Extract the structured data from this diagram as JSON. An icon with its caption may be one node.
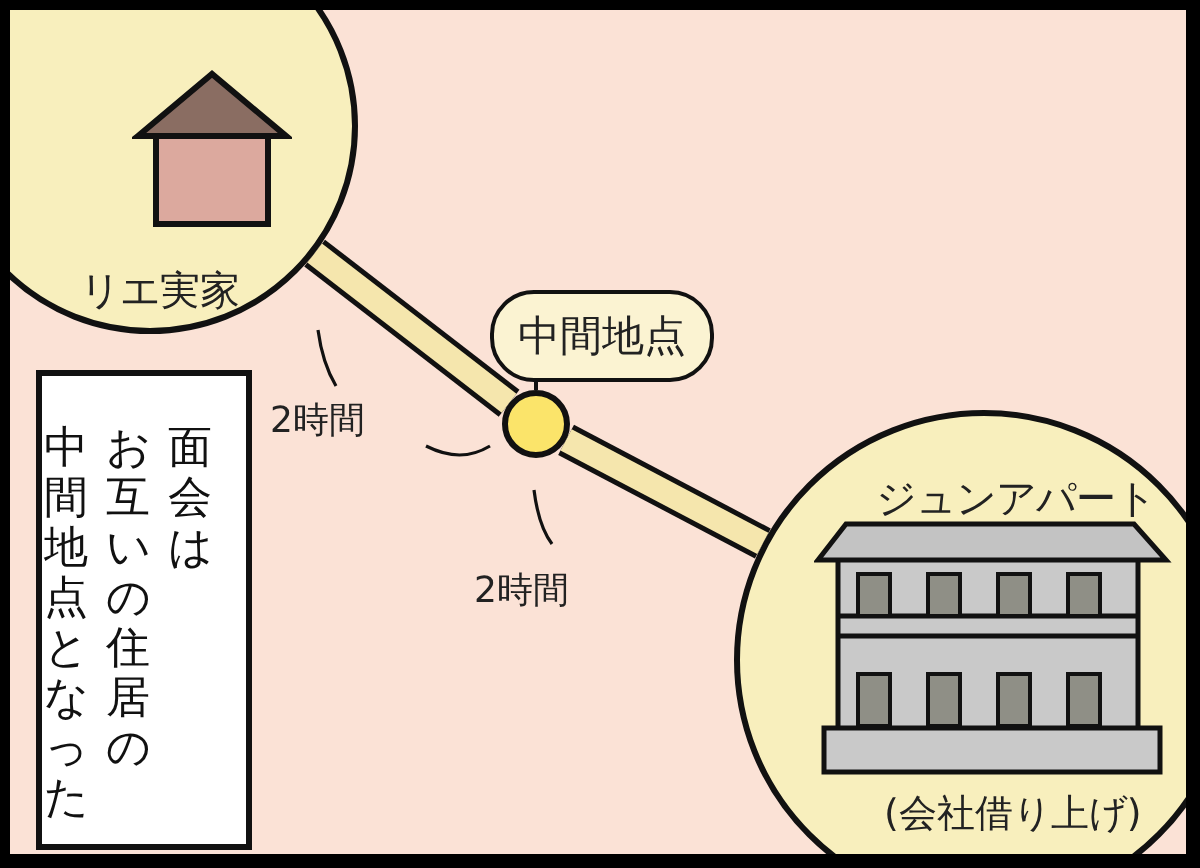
{
  "diagram": {
    "nodes": [
      {
        "text": [
          "リエ実家"
        ]
      },
      {
        "text": [],
        "shape": "circle"
      },
      {
        "text": [
          "中間地点"
        ]
      },
      {
        "text": [
          "ジュンアパート",
          "(会社借り上げ)"
        ]
      },
      {
        "text": [
          "面会はお互いの住居の中間地点となった"
        ]
      }
    ],
    "edges": [
      {
        "from": 0,
        "to": 1,
        "arrow": "none",
        "label": "2時間"
      },
      {
        "from": 1,
        "to": 3,
        "arrow": "none",
        "label": "2時間"
      },
      {
        "from": 2,
        "to": 1,
        "arrow": "none",
        "color": "#111111"
      }
    ]
  }
}
